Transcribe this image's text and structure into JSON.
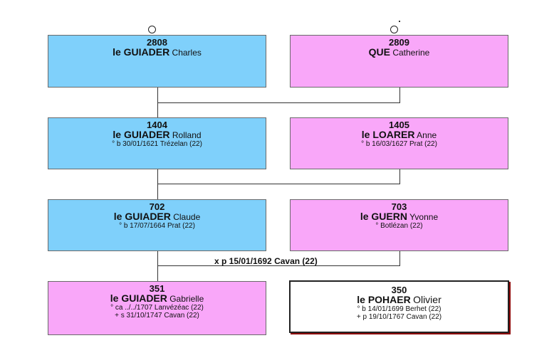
{
  "people": [
    {
      "number": "2808",
      "surname": "le GUIADER",
      "given": "Charles",
      "details": []
    },
    {
      "number": "2809",
      "surname": "QUE",
      "given": "Catherine",
      "details": []
    },
    {
      "number": "1404",
      "surname": "le GUIADER",
      "given": "Rolland",
      "details": [
        "° b 30/01/1621 Trézelan (22)"
      ]
    },
    {
      "number": "1405",
      "surname": "le LOARER",
      "given": "Anne",
      "details": [
        "° b 16/03/1627 Prat (22)"
      ]
    },
    {
      "number": "702",
      "surname": "le GUIADER",
      "given": "Claude",
      "details": [
        "° b 17/07/1664 Prat (22)"
      ]
    },
    {
      "number": "703",
      "surname": "le GUERN",
      "given": "Yvonne",
      "details": [
        "° Botlézan (22)"
      ]
    },
    {
      "number": "351",
      "surname": "le GUIADER",
      "given": "Gabrielle",
      "details": [
        "° ca ../../1707 Lanvézéac (22)",
        "+ s 31/10/1747 Cavan (22)"
      ]
    },
    {
      "number": "350",
      "surname": "le POHAER",
      "given": "Olivier",
      "details": [
        "° b 14/01/1699 Berhet (22)",
        "+ p 19/10/1767 Cavan (22)"
      ]
    }
  ],
  "marriage_label": "x p 15/01/1692 Cavan (22)"
}
